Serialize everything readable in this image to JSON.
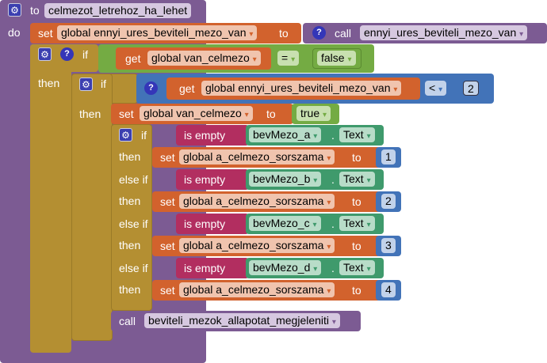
{
  "procedure": {
    "to": "to",
    "name": "celmezot_letrehoz_ha_lehet",
    "do": "do"
  },
  "set1": {
    "set": "set",
    "var": "global ennyi_ures_beviteli_mezo_van",
    "to": "to",
    "call": "call",
    "proc": "ennyi_ures_beviteli_mezo_van"
  },
  "if1": {
    "if": "if",
    "then": "then",
    "get": "get",
    "var": "global van_celmezo",
    "op": "=",
    "value": "false"
  },
  "if2": {
    "if": "if",
    "then": "then",
    "get": "get",
    "var": "global ennyi_ures_beviteli_mezo_van",
    "op": "<",
    "value": "2"
  },
  "set2": {
    "set": "set",
    "var": "global van_celmezo",
    "to": "to",
    "value": "true"
  },
  "chain": {
    "if": "if",
    "elseif": "else if",
    "then": "then",
    "isempty": "is empty",
    "dot": ".",
    "prop": "Text",
    "set": "set",
    "var": "global a_celmezo_sorszama",
    "to": "to",
    "items": [
      {
        "comp": "bevMezo_a",
        "num": "1"
      },
      {
        "comp": "bevMezo_b",
        "num": "2"
      },
      {
        "comp": "bevMezo_c",
        "num": "3"
      },
      {
        "comp": "bevMezo_d",
        "num": "4"
      }
    ]
  },
  "call2": {
    "call": "call",
    "proc": "beviteli_mezok_allapotat_megjeleniti"
  },
  "dropdown": "▾",
  "gear": "⚙",
  "help": "?"
}
